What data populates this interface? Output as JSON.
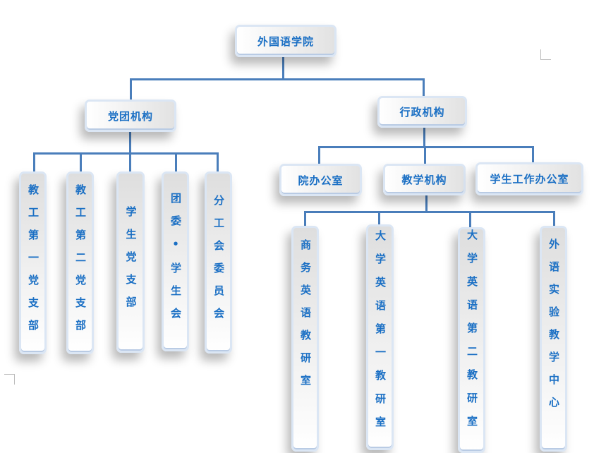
{
  "root": {
    "label": "外国语学院"
  },
  "branches": [
    {
      "label": "党团机构",
      "children": [
        {
          "label": "教工第一党支部"
        },
        {
          "label": "教工第二党支部"
        },
        {
          "label": "学生党支部"
        },
        {
          "label": "团委•学生会"
        },
        {
          "label": "分工会委员会"
        }
      ]
    },
    {
      "label": "行政机构",
      "children": [
        {
          "label": "院办公室"
        },
        {
          "label": "教学机构",
          "children": [
            {
              "label": "商务英语教研室"
            },
            {
              "label": "大学英语第一教研室"
            },
            {
              "label": "大学英语第二教研室"
            },
            {
              "label": "外语实验教学中心"
            }
          ]
        },
        {
          "label": "学生工作办公室"
        }
      ]
    }
  ],
  "colors": {
    "text": "#1a6fc4",
    "connector": "#4a7ebb",
    "border": "#dbe6f4"
  }
}
